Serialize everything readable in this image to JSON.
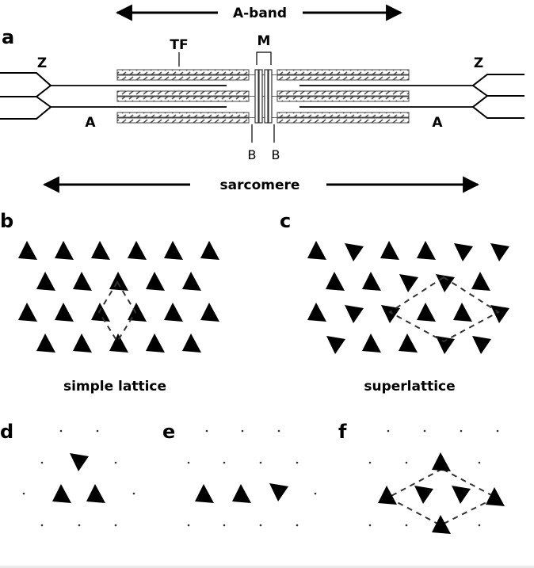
{
  "panels": {
    "a": {
      "letter": "a",
      "a_band_label": "A-band",
      "sarcomere_label": "sarcomere",
      "tf_label": "TF",
      "m_label": "M",
      "z_label_left": "Z",
      "z_label_right": "Z",
      "actin_label_left": "A",
      "actin_label_right": "A",
      "b_label_left": "B",
      "b_label_right": "B"
    },
    "b": {
      "letter": "b",
      "caption": "simple lattice",
      "rows": [
        [
          "up",
          "up",
          "up",
          "up",
          "up",
          "up"
        ],
        [
          "up",
          "up",
          "up",
          "up",
          "up"
        ],
        [
          "up",
          "up",
          "up",
          "up",
          "up",
          "up"
        ],
        [
          "up",
          "up",
          "up",
          "up",
          "up"
        ]
      ],
      "unit_cell": "rhombus connecting row2-col3, row3-col3, row3-col4, row4-col3"
    },
    "c": {
      "letter": "c",
      "caption": "superlattice",
      "rows": [
        [
          "up",
          "down",
          "up",
          "up",
          "down",
          "down"
        ],
        [
          "up",
          "up",
          "down",
          "down",
          "up"
        ],
        [
          "up",
          "down",
          "down",
          "up",
          "up",
          "down"
        ],
        [
          "down",
          "up",
          "up",
          "down",
          "down"
        ]
      ],
      "unit_cell": "rhombus connecting row2-col4, row3-col3, row3-col6, row4-col4"
    },
    "d": {
      "letter": "d",
      "filaments": [
        "down",
        "up",
        "up"
      ]
    },
    "e": {
      "letter": "e",
      "filaments": [
        "up",
        "up",
        "down"
      ]
    },
    "f": {
      "letter": "f",
      "filaments": [
        "up",
        "up",
        "down",
        "down",
        "up",
        "up"
      ]
    }
  }
}
